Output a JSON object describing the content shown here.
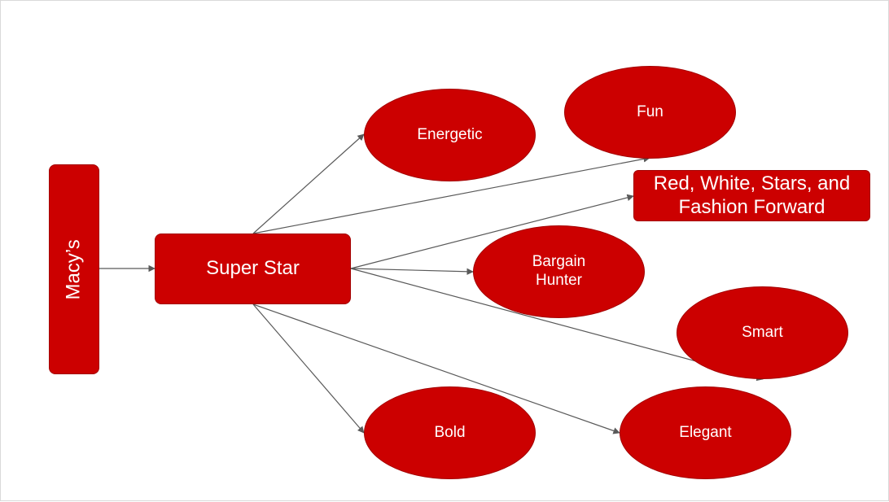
{
  "nodes": {
    "macys": "Macy’s",
    "super_star": "Super Star",
    "energetic": "Energetic",
    "fun": "Fun",
    "red_white": "Red, White, Stars, and Fashion Forward",
    "bargain": "Bargain Hunter",
    "smart": "Smart",
    "bold": "Bold",
    "elegant": "Elegant"
  },
  "edges": [
    {
      "from": "Macy’s",
      "to": "Super Star"
    },
    {
      "from": "Super Star",
      "to": "Energetic"
    },
    {
      "from": "Super Star",
      "to": "Fun"
    },
    {
      "from": "Super Star",
      "to": "Red, White, Stars, and Fashion Forward"
    },
    {
      "from": "Super Star",
      "to": "Bargain Hunter"
    },
    {
      "from": "Super Star",
      "to": "Smart"
    },
    {
      "from": "Super Star",
      "to": "Bold"
    },
    {
      "from": "Super Star",
      "to": "Elegant"
    }
  ],
  "colors": {
    "node_fill": "#cc0000",
    "node_border": "#a30000",
    "node_text": "#ffffff",
    "edge": "#595959"
  }
}
